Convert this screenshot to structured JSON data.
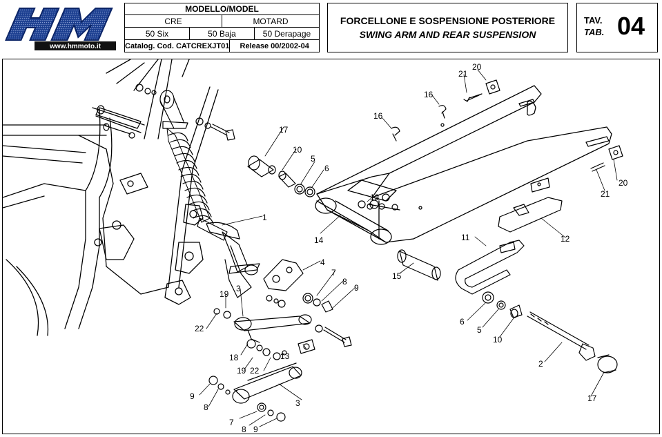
{
  "logo": {
    "brand": "HM",
    "url": "www.hmmoto.it"
  },
  "model_table": {
    "header": "MODELLO/MODEL",
    "row1": [
      "CRE",
      "MOTARD"
    ],
    "row2": [
      "50 Six",
      "50 Baja",
      "50 Derapage"
    ],
    "catalog": "Catalog. Cod. CATCREXJT01",
    "release": "Release 00/2002-04"
  },
  "title": {
    "it": "FORCELLONE E SOSPENSIONE POSTERIORE",
    "en": "SWING ARM AND REAR SUSPENSION"
  },
  "table_ref": {
    "tav": "TAV.",
    "tab": "TAB.",
    "number": "04"
  },
  "callouts": [
    "20",
    "21",
    "16",
    "16",
    "17",
    "10",
    "5",
    "6",
    "13",
    "20",
    "21",
    "1",
    "14",
    "11",
    "12",
    "4",
    "7",
    "8",
    "9",
    "15",
    "19",
    "3",
    "22",
    "6",
    "5",
    "10",
    "18",
    "13",
    "19",
    "22",
    "2",
    "17",
    "9",
    "8",
    "3",
    "7",
    "8",
    "9"
  ]
}
